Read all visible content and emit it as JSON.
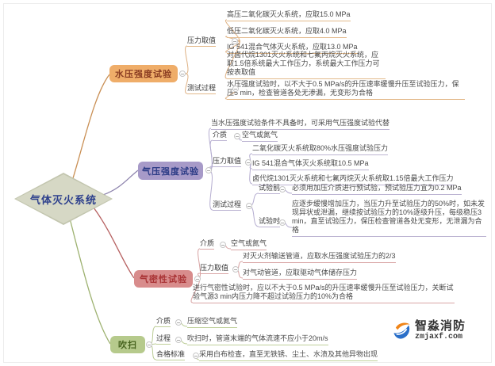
{
  "root": {
    "label": "气体灭火系统"
  },
  "branches": {
    "hydro": {
      "label": "水压强度试验",
      "pressure": {
        "label": "压力取值",
        "items": [
          "高压二氧化碳灭火系统，应取15.0 MPa",
          "低压二氧化碳灭火系统，应取4.0 MPa",
          "IG 541混合气体灭火系统，应取13.0 MPa",
          "对卤代烷1301灭火系统和七氟丙烷灭火系统，应取1.5倍系统最大工作压力，系统最大工作压力可按表取值"
        ]
      },
      "process": {
        "label": "测试过程",
        "item": "水压强度试验时，以不大于0.5 MPa/s的升压速率缓慢升压至试验压力，保压5 min，检查管道各处无渗漏，无变形为合格"
      }
    },
    "pneumatic": {
      "label": "气压强度试验",
      "note": "当水压强度试验条件不具备时，可采用气压强度试验代替",
      "medium": {
        "label": "介质",
        "value": "空气或氮气"
      },
      "pressure": {
        "label": "压力取值",
        "items": [
          "二氧化碳灭火系统取80%水压强度试验压力",
          "IG 541混合气体灭火系统取10.5 MPa",
          "卤代烷1301灭火系统和七氟丙烷灭火系统取1.15倍最大工作压力"
        ]
      },
      "process": {
        "label": "测试过程",
        "before": {
          "label": "试验前",
          "value": "必须用加压介质进行预试验，预试验压力宜为0.2 MPa"
        },
        "during": {
          "label": "试验时",
          "value": "应逐步缓慢增加压力，当压力升至试验压力的50%时，如未发现异状或泄漏，继续按试验压力的10%逐级升压，每级稳压3 min，直至试验压力，保压检查管道各处无变形，无泄漏为合格"
        }
      }
    },
    "tightness": {
      "label": "气密性试验",
      "medium": {
        "label": "介质",
        "value": "空气或氮气"
      },
      "pressure": {
        "label": "压力取值",
        "items": [
          "对灭火剂输送管道，应取水压强度试验压力的2/3",
          "对气动管道，应取驱动气体储存压力"
        ]
      },
      "note": "进行气密性试验时，应以不大于0.5 MPa/s的升压速率缓慢升压至试验压力，关断试验气源3 min内压力降不超过试验压力的10%为合格"
    },
    "purge": {
      "label": "吹扫",
      "medium": {
        "label": "介质",
        "value": "压缩空气或氮气"
      },
      "process": {
        "label": "过程",
        "value": "吹扫时，管道末端的气体流速不应小于20m/s"
      },
      "standard": {
        "label": "合格标准",
        "value": "采用白布检查，直至无铁锈、尘土、水渍及其他异物出现"
      }
    }
  },
  "watermark": {
    "brand": "智淼消防",
    "site": "zmjaxf.com"
  },
  "colors": {
    "root_fill": "#d6d8c5",
    "root_text": "#2c3f8c",
    "hydro_fill": "#efad69",
    "hydro_text": "#8a3d22",
    "hydro_line": "#c98f54",
    "pneumatic_fill": "#a79ac8",
    "pneumatic_text": "#2b3a85",
    "pneumatic_line": "#8d83ad",
    "tightness_fill": "#d88c8c",
    "tightness_text": "#a93335",
    "tightness_line": "#b66060",
    "purge_fill": "#b6ca8c",
    "purge_text": "#46621d",
    "purge_line": "#9eb271"
  }
}
